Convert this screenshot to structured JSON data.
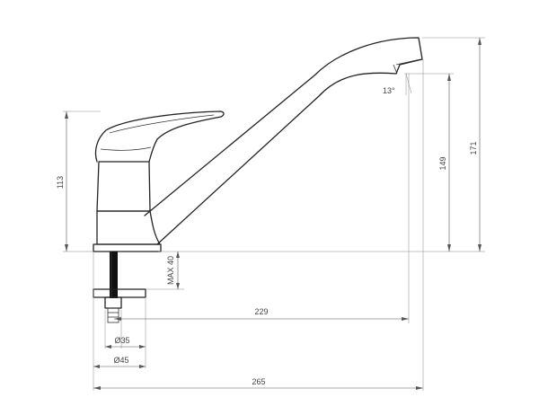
{
  "diagram": {
    "dimensions": {
      "angle_label": "13°",
      "spout_height": "149",
      "total_height": "171",
      "body_height": "113",
      "max_mount": "MAX 40",
      "spout_reach": "229",
      "thread_diameter": "Ø35",
      "base_diameter": "Ø45",
      "total_length": "265"
    },
    "colors": {
      "line": "#222222",
      "dimension_line": "#555555",
      "rod": "#111111"
    }
  }
}
